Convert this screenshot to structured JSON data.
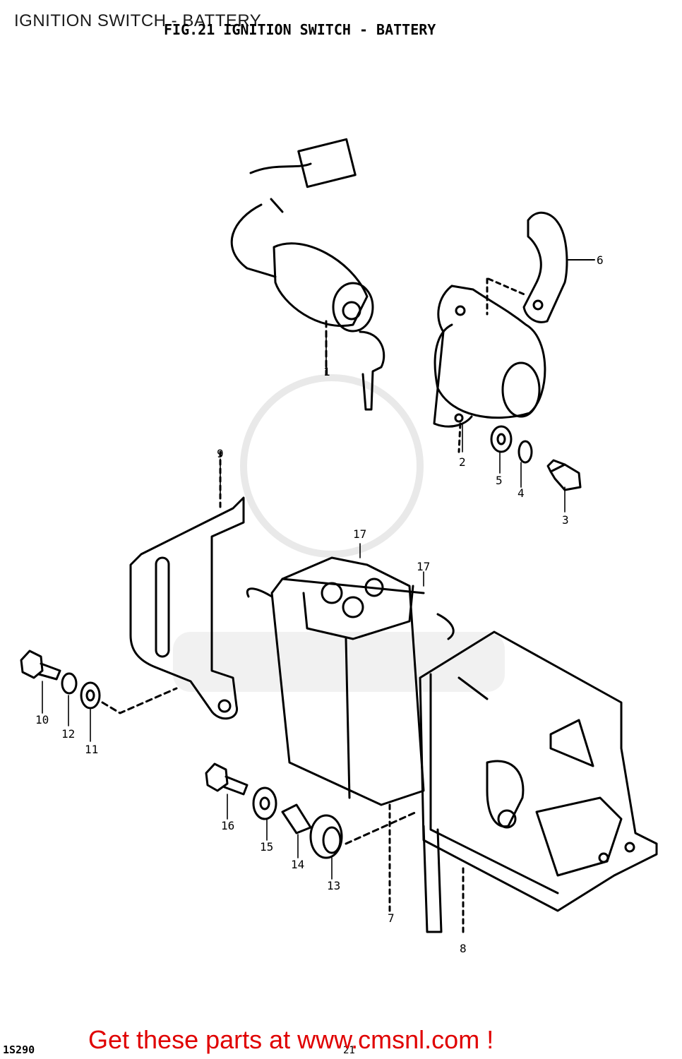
{
  "header": {
    "overlay_title": "IGNITION SWITCH - BATTERY",
    "figure_title": "FIG.21  IGNITION SWITCH - BATTERY"
  },
  "diagram": {
    "part_numbers": [
      "1",
      "2",
      "3",
      "4",
      "5",
      "6",
      "7",
      "8",
      "9",
      "10",
      "11",
      "12",
      "13",
      "14",
      "15",
      "16",
      "17",
      "17"
    ]
  },
  "footer": {
    "drawing_code": "1S290",
    "page_figure": "21",
    "cta": "Get these parts at www.cmsnl.com !",
    "cta_color": "#e00000"
  }
}
